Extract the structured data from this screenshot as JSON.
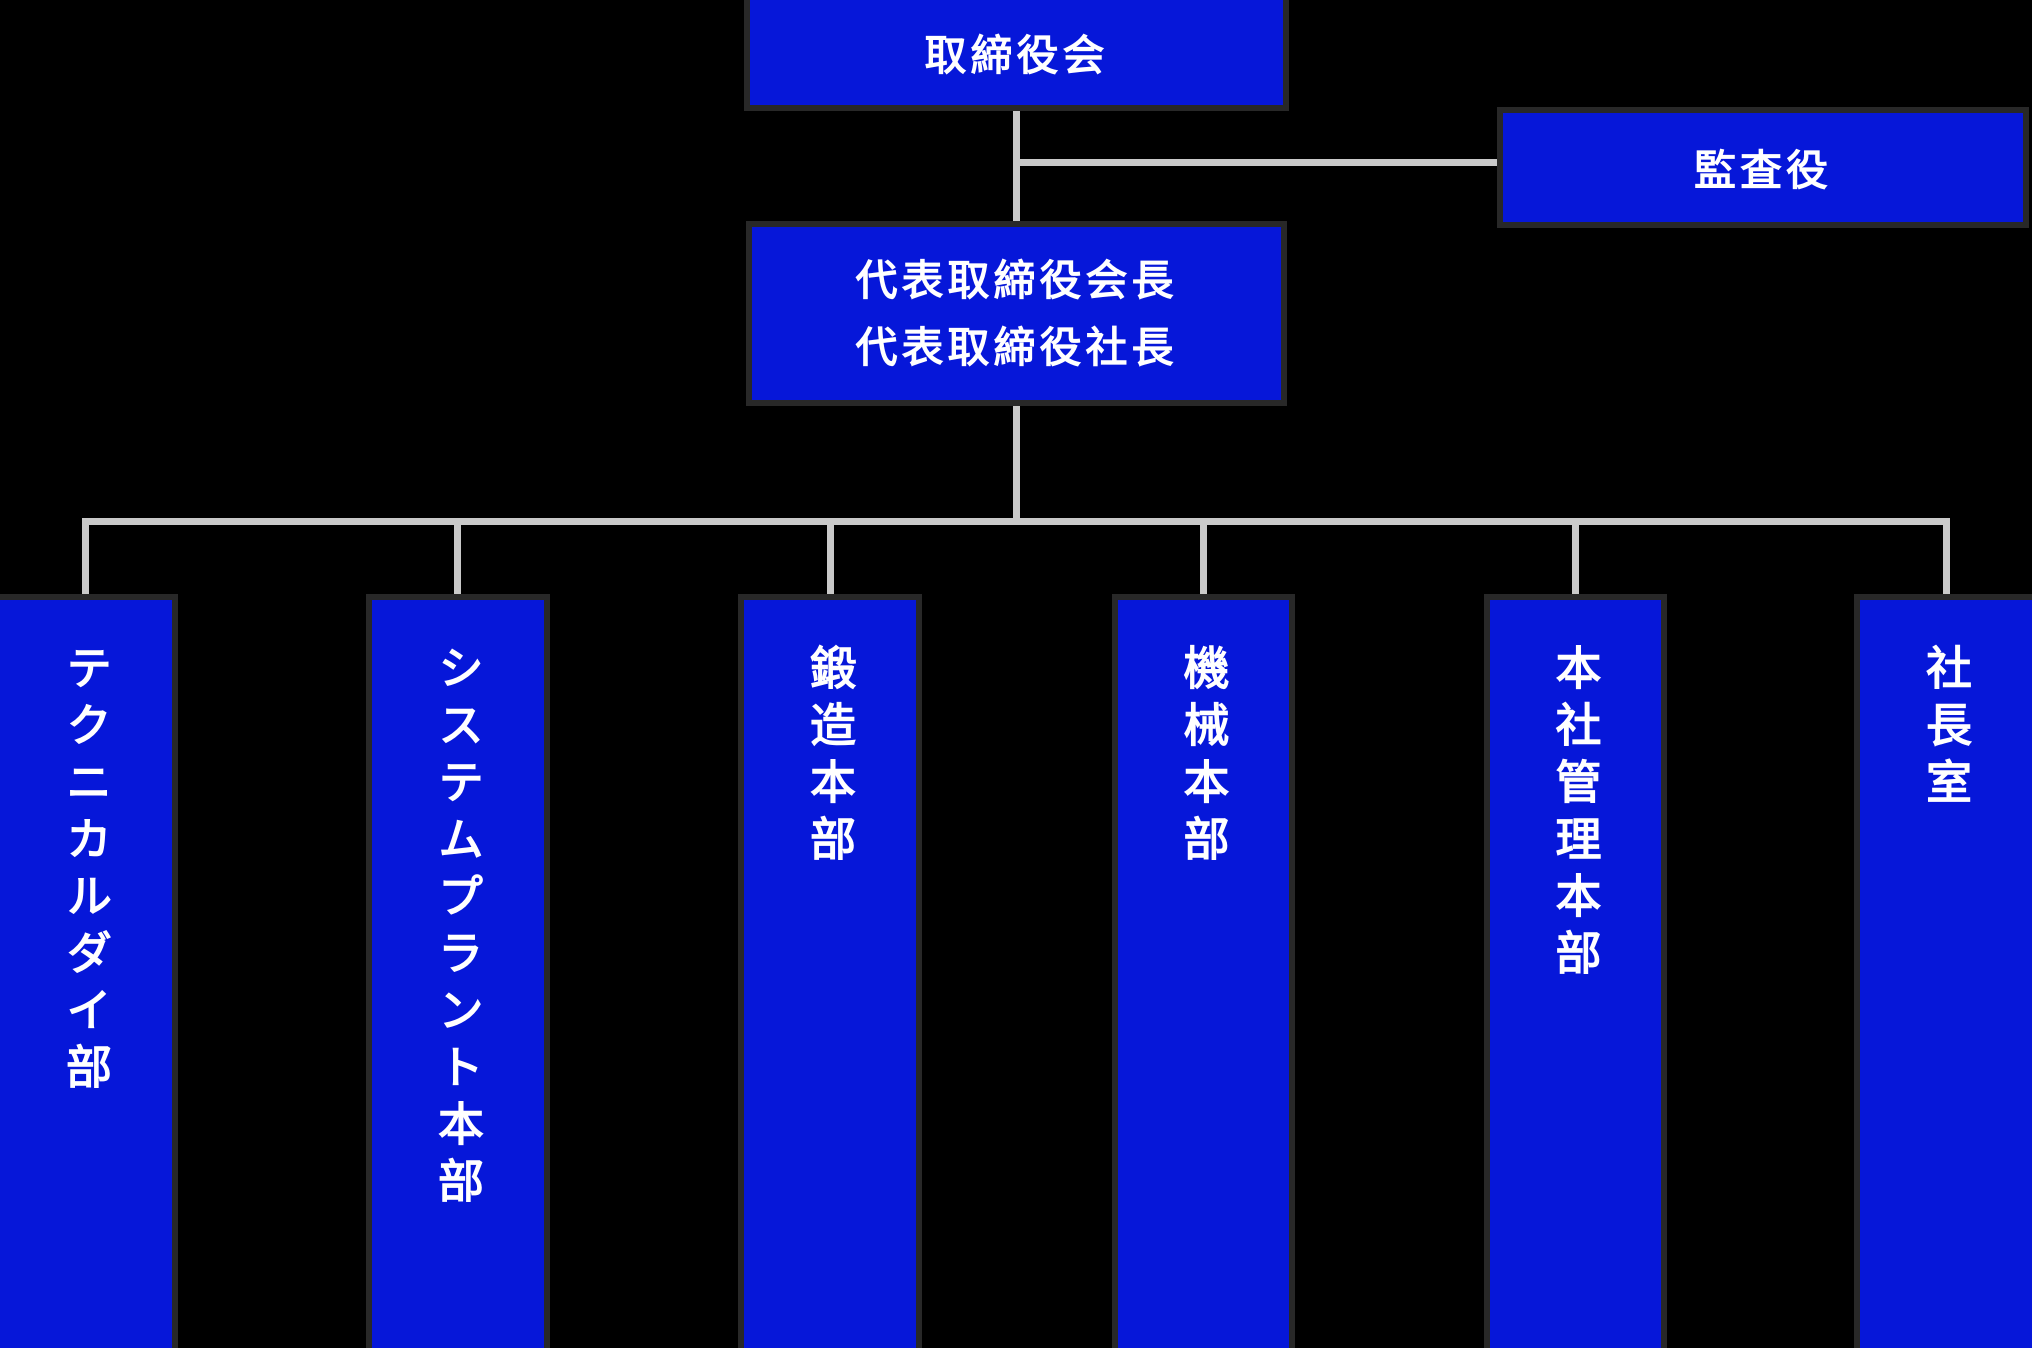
{
  "palette": {
    "background": "#000000",
    "box_fill": "#0617d9",
    "box_edge": "#282828",
    "connector": "#c9c9c9",
    "text": "#ffffff"
  },
  "org_chart": {
    "board": {
      "label": "取締役会"
    },
    "auditor": {
      "label": "監査役"
    },
    "president": {
      "line1": "代表取締役会長",
      "line2": "代表取締役社長"
    },
    "departments": [
      {
        "label": "テクニカルダイ部"
      },
      {
        "label": "システムプラント本部"
      },
      {
        "label": "鍛造本部"
      },
      {
        "label": "機械本部"
      },
      {
        "label": "本社管理本部"
      },
      {
        "label": "社長室"
      }
    ]
  }
}
